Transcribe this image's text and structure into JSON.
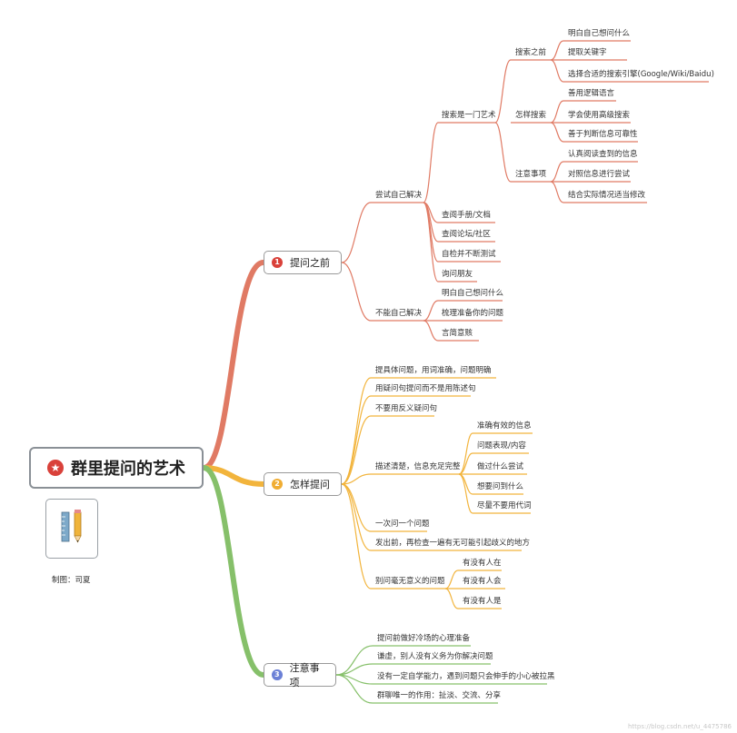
{
  "root": {
    "title": "群里提问的艺术",
    "icon": "star-icon"
  },
  "credit": "制图：司夏",
  "watermark": "https://blog.csdn.net/u_4475786",
  "colors": {
    "sec1": "#e07a64",
    "sec2": "#f2b43c",
    "sec3": "#86c06a",
    "num1": "#d9413a",
    "num2": "#f0ad33",
    "num3": "#6b80d6"
  },
  "sections": {
    "s1": {
      "num": "1",
      "label": "提问之前",
      "a": {
        "label": "尝试自己解决",
        "art": {
          "label": "搜索是一门艺术",
          "before": {
            "label": "搜索之前",
            "items": [
              "明白自己想问什么",
              "提取关键字",
              "选择合适的搜索引擎(Google/Wiki/Baidu)"
            ]
          },
          "how": {
            "label": "怎样搜索",
            "items": [
              "善用逻辑语言",
              "学会使用高级搜索",
              "善于判断信息可靠性"
            ]
          },
          "note": {
            "label": "注意事项",
            "items": [
              "认真阅读查到的信息",
              "对照信息进行尝试",
              "结合实际情况适当修改"
            ]
          }
        },
        "others": [
          "查阅手册/文档",
          "查阅论坛/社区",
          "自检并不断测试",
          "询问朋友"
        ]
      },
      "b": {
        "label": "不能自己解决",
        "items": [
          "明白自己想问什么",
          "梳理准备你的问题",
          "言简意赅"
        ]
      }
    },
    "s2": {
      "num": "2",
      "label": "怎样提问",
      "items": [
        "提具体问题，用词准确，问题明确",
        "用疑问句提问而不是用陈述句",
        "不要用反义疑问句"
      ],
      "desc": {
        "label": "描述清楚，信息充足完整",
        "items": [
          "准确有效的信息",
          "问题表现/内容",
          "做过什么尝试",
          "想要问到什么",
          "尽量不要用代词"
        ]
      },
      "items2": [
        "一次问一个问题",
        "发出前，再检查一遍有无可能引起歧义的地方"
      ],
      "nomean": {
        "label": "别问毫无意义的问题",
        "items": [
          "有没有人在",
          "有没有人会",
          "有没有人是"
        ]
      }
    },
    "s3": {
      "num": "3",
      "label": "注意事项",
      "items": [
        "提问前做好冷场的心理准备",
        "谦虚，别人没有义务为你解决问题",
        "没有一定自学能力，遇到问题只会伸手的小心被拉黑",
        "群聊唯一的作用：扯淡、交流、分享"
      ]
    }
  }
}
